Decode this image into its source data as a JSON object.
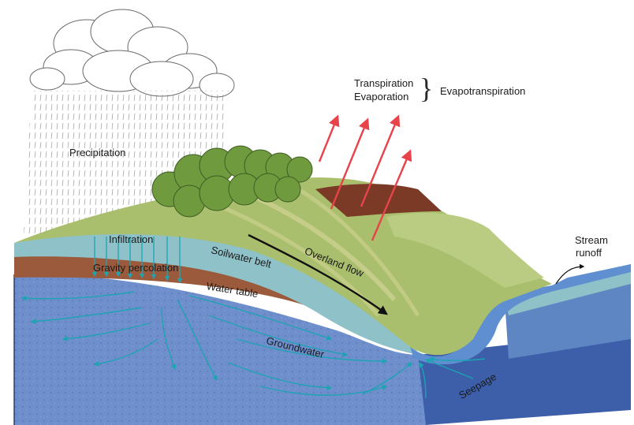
{
  "labels": {
    "transpiration": "Transpiration",
    "evaporation": "Evaporation",
    "evapotranspiration": "Evapotranspiration",
    "precipitation": "Precipitation",
    "infiltration": "Infiltration",
    "gravity_percolation": "Gravity percolation",
    "water_table": "Water table",
    "soilwater_belt": "Soilwater belt",
    "overland_flow": "Overland flow",
    "groundwater": "Groundwater",
    "seepage": "Seepage",
    "stream_runoff_1": "Stream",
    "stream_runoff_2": "runoff"
  },
  "colors": {
    "topsoil": "#8fc1c8",
    "brown_layer": "#9a5a3b",
    "groundwater": "#6f8fcc",
    "grass": "#a9bf6d",
    "field": "#7a3a26",
    "arrow_red": "#e8424a",
    "arrow_teal": "#1ea3b3"
  }
}
